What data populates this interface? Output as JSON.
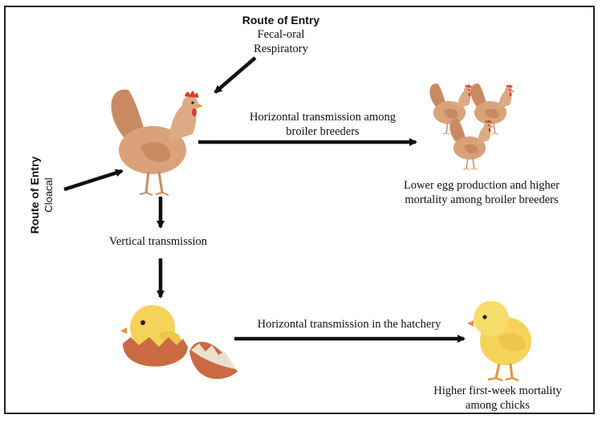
{
  "route_top": {
    "title": "Route of Entry",
    "line1": "Fecal-oral",
    "line2": "Respiratory"
  },
  "route_left": {
    "title": "Route of Entry",
    "line1": "Cloacal"
  },
  "labels": {
    "horizontal_breeders": "Horizontal transmission among broiler breeders",
    "horizontal_breeders_l1": "Horizontal transmission among",
    "horizontal_breeders_l2": "broiler breeders",
    "egg_mortality_l1": "Lower egg production and higher",
    "egg_mortality_l2": "mortality among broiler breeders",
    "vertical": "Vertical transmission",
    "horizontal_hatchery": "Horizontal transmission in the hatchery",
    "chick_mortality_l1": "Higher first-week mortality",
    "chick_mortality_l2": "among chicks"
  },
  "icons": [
    "hen-icon",
    "hen-flock-icon",
    "hatching-chick-icon",
    "chick-icon",
    "arrow-icon"
  ],
  "colors": {
    "hen_body": "#d9a27a",
    "comb": "#d6402c",
    "chick": "#f5d35a",
    "eggshell": "#c96a43",
    "arrow": "#111111"
  }
}
